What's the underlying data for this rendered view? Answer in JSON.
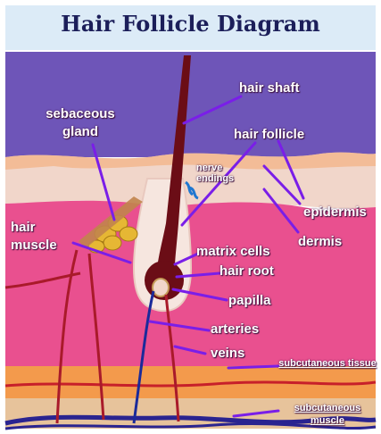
{
  "title": "Hair Follicle Diagram",
  "labels": {
    "hair_shaft": "hair shaft",
    "sebaceous_gland": "sebaceous gland",
    "hair_follicle": "hair follicle",
    "nerve_endings": "nerve endings",
    "epidermis": "epidermis",
    "hair_muscle": "hair muscle",
    "dermis": "dermis",
    "matrix_cells": "matrix cells",
    "hair_root": "hair root",
    "papilla": "papilla",
    "arteries": "arteries",
    "veins": "veins",
    "subcutaneous_tissue": "subcutaneous tissue",
    "subcutaneous_muscle": "subcutaneous muscle"
  },
  "colors": {
    "sky": "#6e55b8",
    "epidermis": "#f0d7cc",
    "dermis": "#e9508f",
    "fat": "#f39a4c",
    "muscle": "#e7c39b",
    "hair": "#6b0d16",
    "pointer": "#7a1ee8"
  }
}
